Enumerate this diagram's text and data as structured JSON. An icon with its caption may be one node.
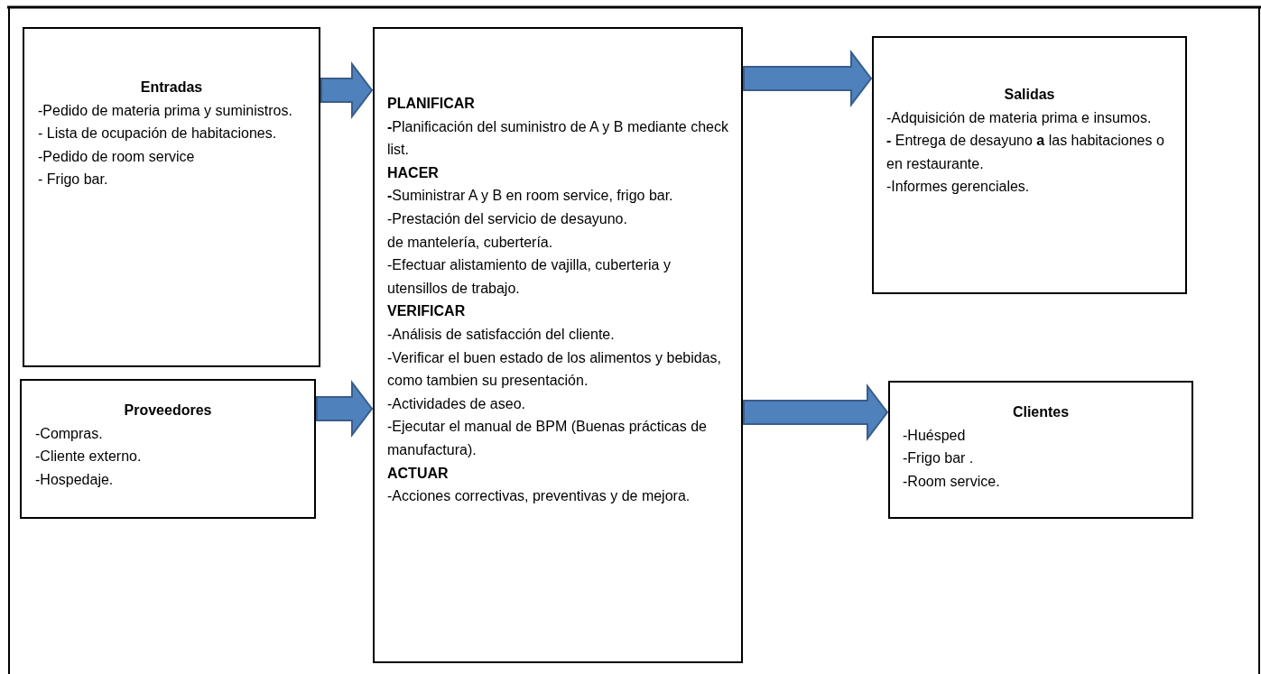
{
  "diagram": {
    "nodes": [
      {
        "text": [
          "Entradas",
          "-Pedido  de materia prima y suministros.",
          "- Lista de ocupación de habitaciones.",
          "-Pedido de room service",
          "- Frigo bar."
        ]
      },
      {
        "text": [
          "Proveedores",
          "-Compras.",
          "-Cliente externo.",
          "-Hospedaje."
        ]
      },
      {
        "text": [
          "PLANIFICAR",
          "**-**Planificación del suministro de A y B mediante check list.",
          "HACER",
          "**-**Suministrar A y B en room service, frigo bar.",
          "-Prestación del servicio de desayuno.",
          "de mantelería, cubertería.",
          "-Efectuar alistamiento  de vajilla, cuberteria y utensillos de trabajo.",
          "VERIFICAR",
          "-Análisis de satisfacción del cliente.",
          "-Verificar  el buen estado de los alimentos y bebidas, como tambien su presentación.",
          "-Actividades de aseo.",
          "-Ejecutar el manual de BPM (Buenas prácticas de manufactura).",
          "ACTUAR",
          "-Acciones correctivas, preventivas y de mejora."
        ]
      },
      {
        "text": [
          "Salidas",
          "-Adquisición de materia prima e insumos.",
          "**-** Entrega de desayuno **a** las habitaciones o en restaurante.",
          "-Informes gerenciales."
        ]
      },
      {
        "text": [
          "Clientes",
          "-Huésped",
          "-Frigo bar .",
          "-Room service."
        ]
      }
    ],
    "edges": [
      {
        "from": 0,
        "to": 2,
        "arrow": "to"
      },
      {
        "from": 1,
        "to": 2,
        "arrow": "to"
      },
      {
        "from": 2,
        "to": 3,
        "arrow": "to"
      },
      {
        "from": 2,
        "to": 4,
        "arrow": "to"
      }
    ]
  }
}
